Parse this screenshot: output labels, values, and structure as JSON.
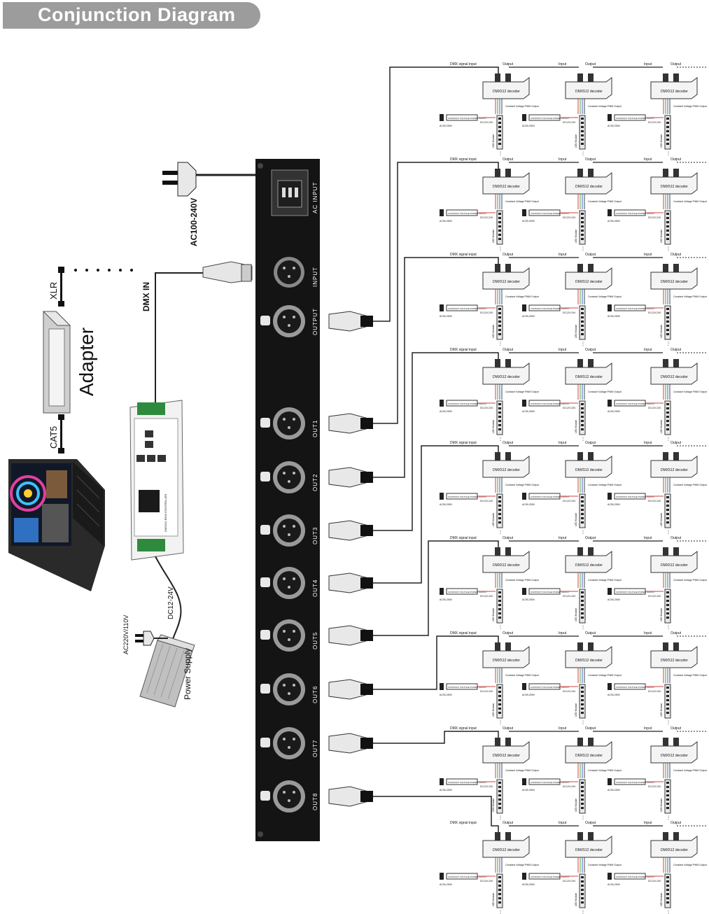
{
  "title": "Conjunction Diagram",
  "colors": {
    "title_bg": "#9c9c9c",
    "panel": "#141414",
    "wire": "#222222"
  },
  "left": {
    "xlr_label": "XLR",
    "adapter_label": "Adapter",
    "cat5_label": "CAT5",
    "dmx_in_label": "DMX IN",
    "ac_plug_label": "AC100-240V",
    "dc_label": "DC12-24V",
    "ac_psu_label": "AC220V/110V",
    "power_supply_label": "Power Supply",
    "controller_label": "DMX512 RDM CONTROLLER"
  },
  "rack": {
    "ac_input_label": "AC INPUT",
    "input_label": "INPUT",
    "output_label": "OUTPUT",
    "outs": [
      "OUT1",
      "OUT2",
      "OUT3",
      "OUT4",
      "OUT5",
      "OUT6",
      "OUT7",
      "OUT8"
    ]
  },
  "decoder_rows": {
    "dmx_signal_input": "DMX signal input",
    "input": "Input",
    "output": "Output",
    "decoder_name": "DMX512 decoder",
    "pwm_output": "Constant Voltage PWM Output",
    "ac_label": "AC90-250V",
    "dc_label": "DC12V-24V",
    "psu_label": "CONSTANT VOLTAGE POWER SUPPLY",
    "strip_label": "LED Module",
    "row_count": 9
  }
}
